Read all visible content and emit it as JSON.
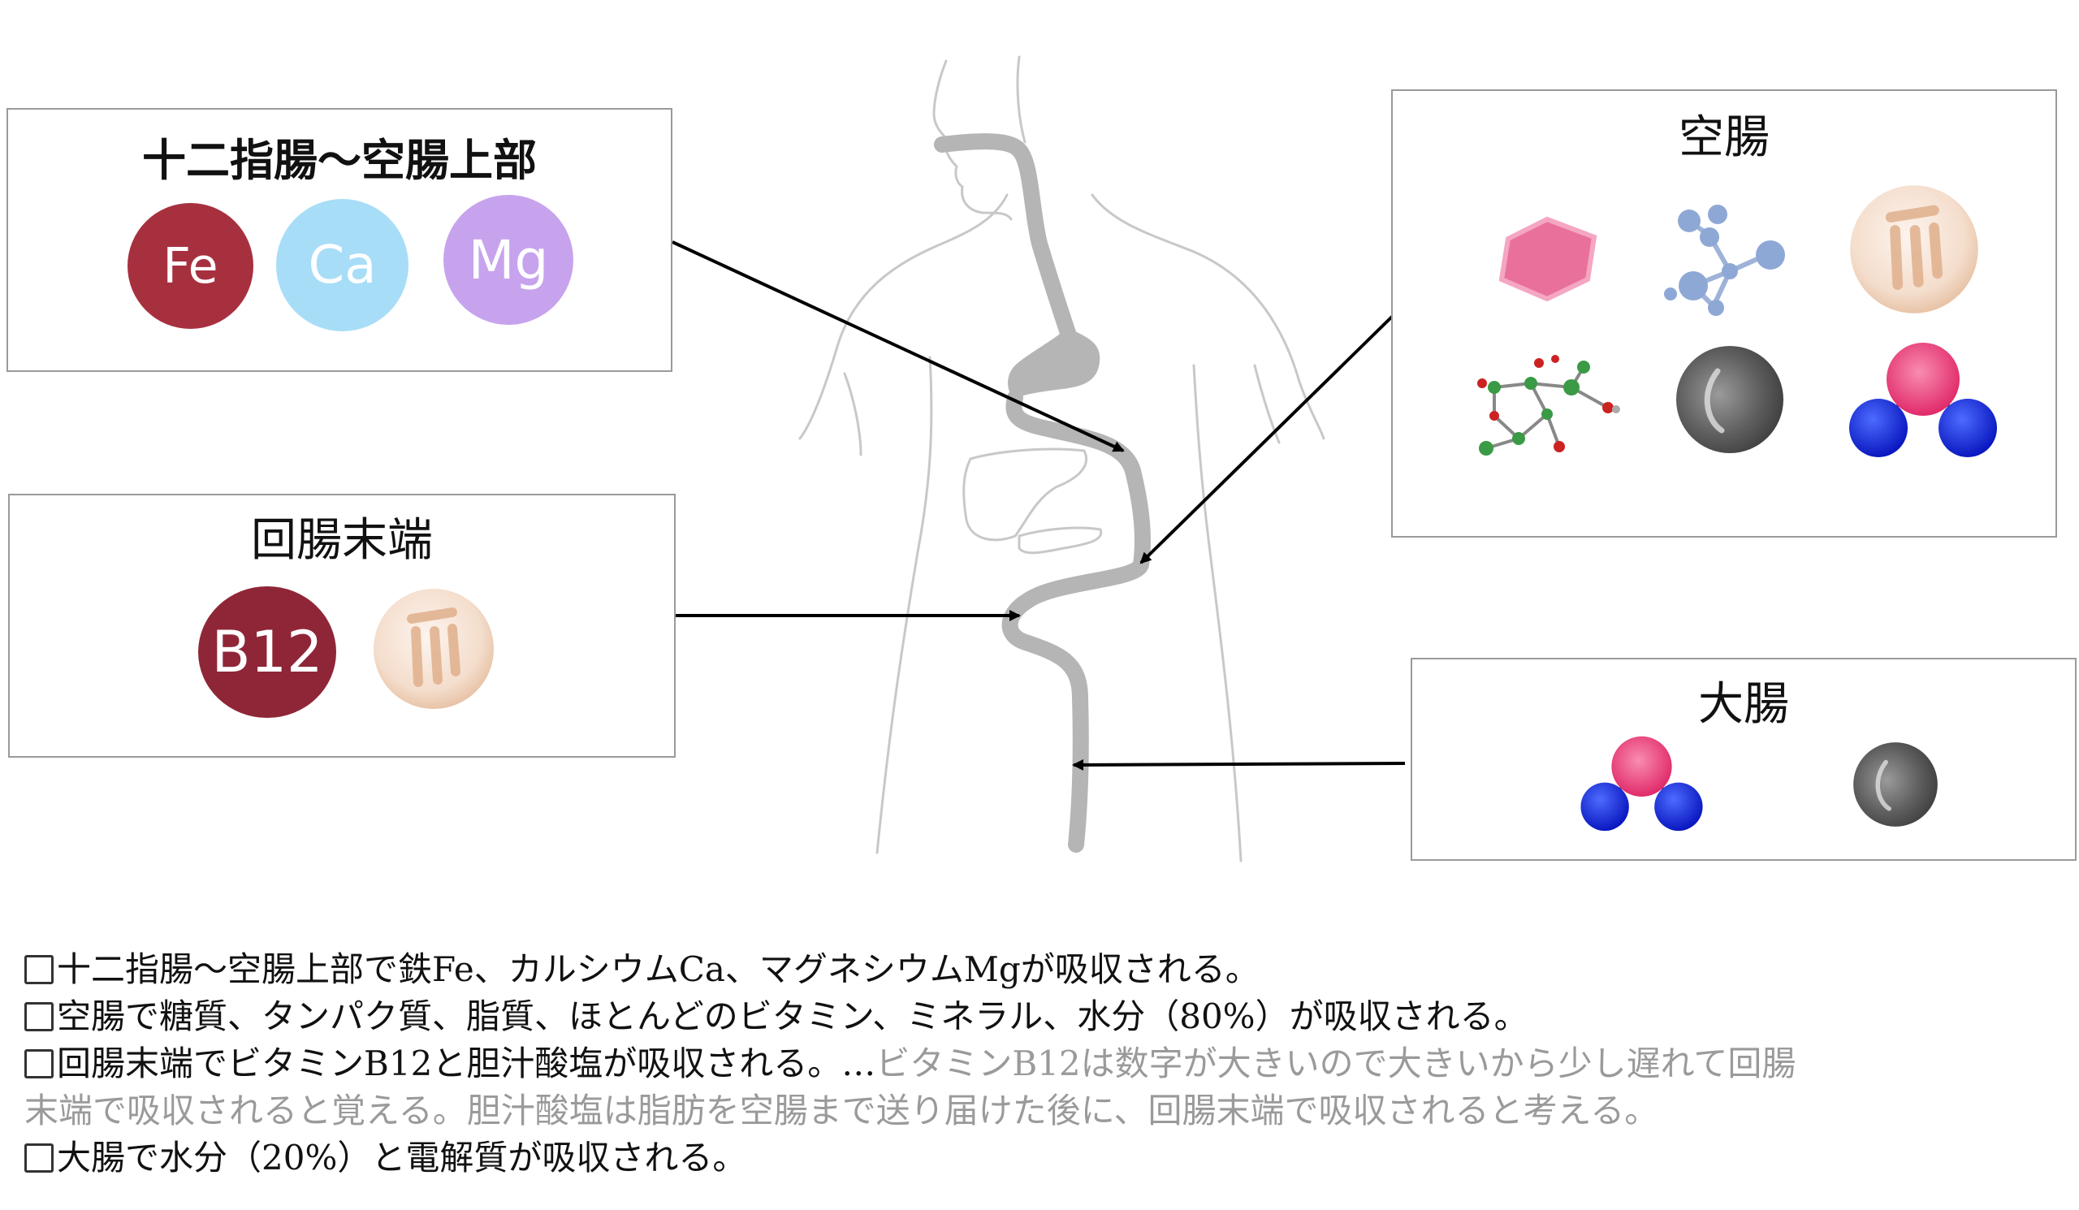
{
  "boxes": {
    "duodenum": {
      "title": "十二指腸〜空腸上部",
      "minerals": [
        "Fe",
        "Ca",
        "Mg"
      ]
    },
    "ileum": {
      "title": "回腸末端",
      "minerals": [
        "B12"
      ]
    },
    "jejunum": {
      "title": "空腸"
    },
    "colon": {
      "title": "大腸"
    }
  },
  "nutrient_icons": {
    "jejunum": [
      "sugar-hexagon-icon",
      "protein-molecule-icon",
      "bile-acid-icon",
      "vitamin-molecule-icon",
      "electrolyte-sphere-icon",
      "water-molecule-icon"
    ],
    "ileum": [
      "bile-acid-icon"
    ],
    "colon": [
      "water-molecule-icon",
      "electrolyte-sphere-icon"
    ]
  },
  "colors": {
    "iron": "#a7303f",
    "calcium": "#a8ddf7",
    "magnesium": "#c7a3ee",
    "b12": "#8f2637",
    "gut": "#b5b5b5",
    "outline": "#c8c8c8",
    "muted_text": "#9a9a9a"
  },
  "notes": [
    {
      "text": "十二指腸〜空腸上部で鉄Fe、カルシウムCa、マグネシウムMgが吸収される。",
      "muted": ""
    },
    {
      "text": "空腸で糖質、タンパク質、脂質、ほとんどのビタミン、ミネラル、水分（80%）が吸収される。",
      "muted": ""
    },
    {
      "text": "回腸末端でビタミンB12と胆汁酸塩が吸収される。…",
      "muted": "ビタミンB12は数字が大きいので大きいから少し遅れて回腸"
    },
    {
      "text": "",
      "muted": "末端で吸収されると覚える。胆汁酸塩は脂肪を空腸まで送り届けた後に、回腸末端で吸収されると考える。"
    },
    {
      "text": "大腸で水分（20%）と電解質が吸収される。",
      "muted": ""
    }
  ]
}
